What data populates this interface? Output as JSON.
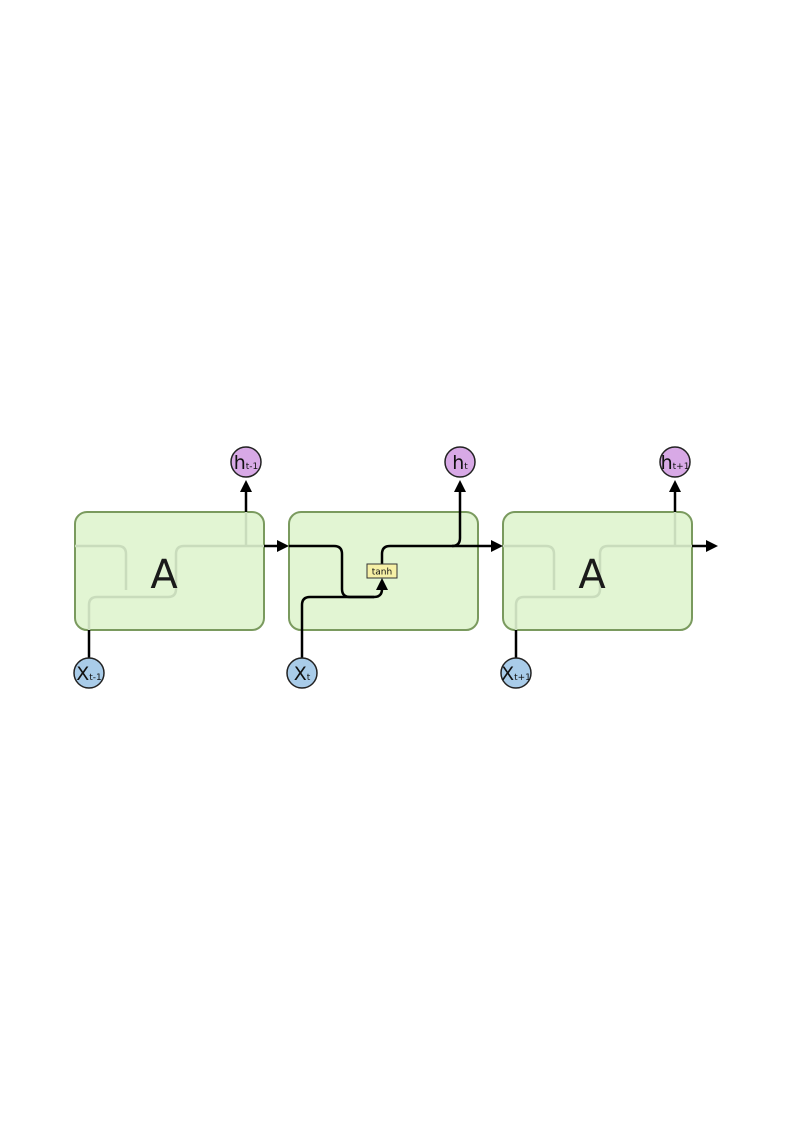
{
  "diagram": {
    "cells": [
      {
        "label": "A"
      },
      {
        "label": ""
      },
      {
        "label": "A"
      }
    ],
    "inputs": [
      {
        "main": "X",
        "sub": "t-1"
      },
      {
        "main": "X",
        "sub": "t"
      },
      {
        "main": "X",
        "sub": "t+1"
      }
    ],
    "outputs": [
      {
        "main": "h",
        "sub": "t-1"
      },
      {
        "main": "h",
        "sub": "t"
      },
      {
        "main": "h",
        "sub": "t+1"
      }
    ],
    "activation": "tanh"
  },
  "colors": {
    "cell_fill": "#e2f5d3",
    "cell_border": "#7a9a5e",
    "input_node": "#a9cce9",
    "output_node": "#d8a9e6",
    "activation_box": "#f6f0a6"
  }
}
